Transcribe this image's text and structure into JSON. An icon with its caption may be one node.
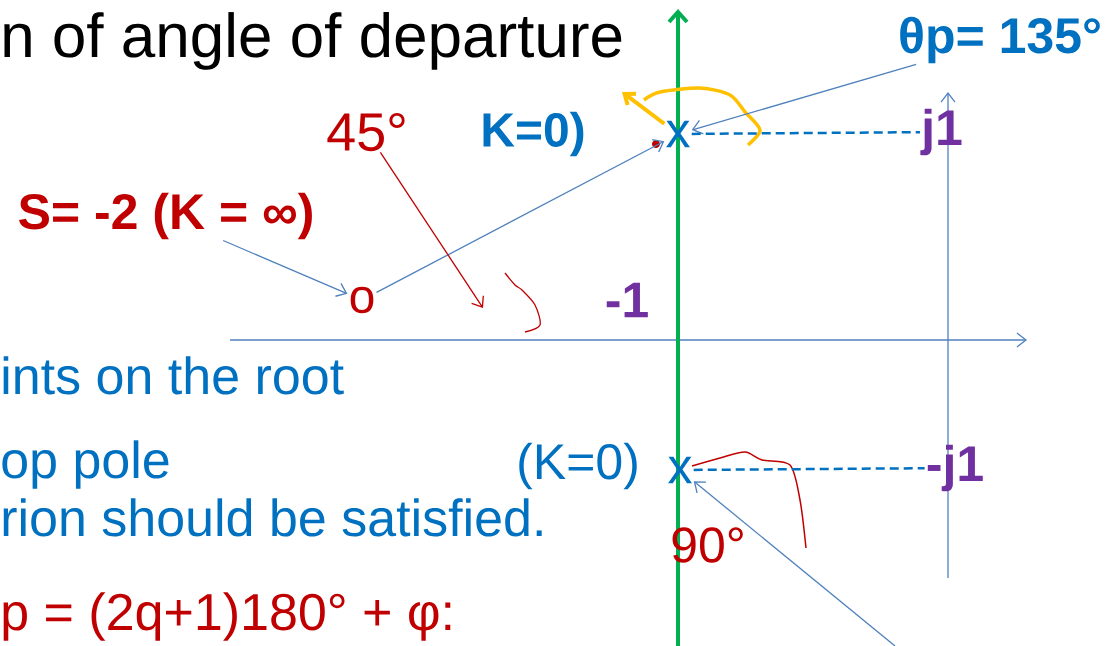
{
  "diagram": {
    "nodes": [
      {
        "text": [
          "S= -2 (K = ∞)"
        ]
      },
      {
        "text": [
          "o"
        ]
      },
      {
        "text": [
          "45°"
        ]
      },
      {
        "text": [
          "K=0)"
        ]
      },
      {
        "text": [
          "x"
        ]
      },
      {
        "text": [
          "j1"
        ]
      },
      {
        "text": [
          "θp= 135°"
        ]
      },
      {
        "text": [
          "-1"
        ]
      },
      {
        "text": [
          "(K=0)"
        ]
      },
      {
        "text": [
          "x"
        ]
      },
      {
        "text": [
          "-j1"
        ]
      },
      {
        "text": [
          "90°"
        ]
      }
    ],
    "edges": [
      {
        "from": 0,
        "to": 1,
        "arrow": "to"
      },
      {
        "from": 1,
        "to": 4,
        "arrow": "to"
      },
      {
        "from": 2,
        "to": null,
        "arrow": "to",
        "color": "#c00000"
      },
      {
        "from": 6,
        "to": 4,
        "arrow": "to"
      },
      {
        "from": 4,
        "to": null,
        "arrow": "to",
        "style": "thick",
        "color": "#ffc000"
      },
      {
        "from": 4,
        "to": 5,
        "arrow": "none",
        "style": "dashed",
        "color": "#0070c0"
      },
      {
        "from": 9,
        "to": 10,
        "arrow": "none",
        "style": "dashed",
        "color": "#0070c0"
      },
      {
        "from": null,
        "to": 9,
        "arrow": "to"
      }
    ],
    "labels": [
      "n of angle of departure",
      "ints on the root",
      "op pole",
      "rion should be satisfied.",
      "p = (2q+1)180° + φ:"
    ]
  }
}
